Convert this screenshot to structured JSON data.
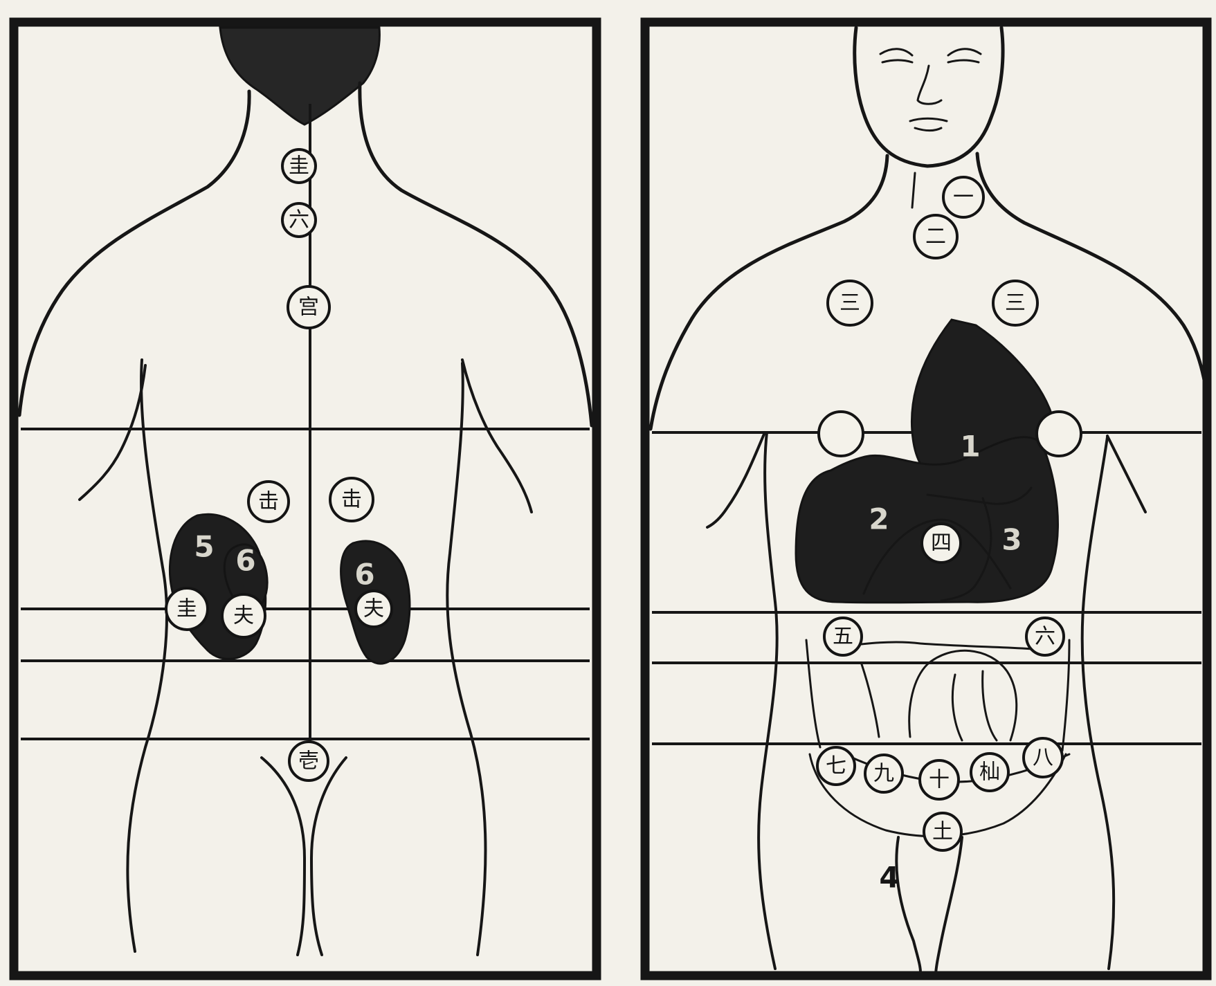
{
  "figure": {
    "back_view": {
      "markers": [
        {
          "id": "b1",
          "text": "圭"
        },
        {
          "id": "b2",
          "text": "六"
        },
        {
          "id": "b3",
          "text": "宫"
        },
        {
          "id": "b4",
          "text": "击"
        },
        {
          "id": "b5",
          "text": "击"
        },
        {
          "id": "b6",
          "text": "圭"
        },
        {
          "id": "b7",
          "text": "夫"
        },
        {
          "id": "b8",
          "text": "夫"
        },
        {
          "id": "b9",
          "text": "壱"
        }
      ],
      "organ_labels": [
        "5",
        "6",
        "6"
      ]
    },
    "front_view": {
      "markers": [
        {
          "id": "f1",
          "text": "一"
        },
        {
          "id": "f2",
          "text": "二"
        },
        {
          "id": "f3",
          "text": "三"
        },
        {
          "id": "f4",
          "text": "三"
        },
        {
          "id": "f5",
          "text": ""
        },
        {
          "id": "f6",
          "text": ""
        },
        {
          "id": "f7",
          "text": "四"
        },
        {
          "id": "f8",
          "text": "五"
        },
        {
          "id": "f9",
          "text": "六"
        },
        {
          "id": "f10",
          "text": "七"
        },
        {
          "id": "f11",
          "text": "九"
        },
        {
          "id": "f12",
          "text": "十"
        },
        {
          "id": "f13",
          "text": "杣"
        },
        {
          "id": "f14",
          "text": "八"
        },
        {
          "id": "f15",
          "text": "土"
        }
      ],
      "organ_labels": [
        "1",
        "2",
        "3"
      ],
      "free_labels": [
        "4"
      ]
    }
  }
}
